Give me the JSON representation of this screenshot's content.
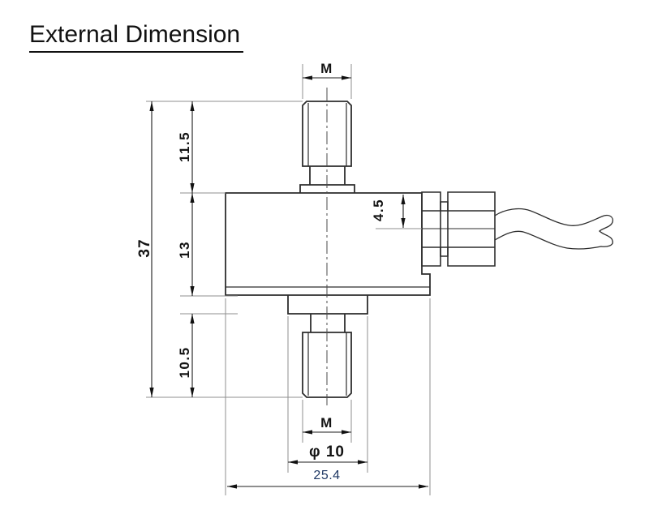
{
  "title": "External Dimension",
  "dimensions": {
    "top_thread_label": "M",
    "top_stud_height": "11.5",
    "overall_height": "37",
    "body_height": "13",
    "bottom_stud_height": "10.5",
    "connector_center_offset": "4.5",
    "bottom_thread_label": "M",
    "stud_flange_diameter": "φ 10",
    "body_diameter": "25.4"
  },
  "colors": {
    "outline": "#2d2d2d",
    "dimension_line": "#1c1c1c",
    "extension_line": "#8f8f8f",
    "accent_text": "#1f3864"
  }
}
